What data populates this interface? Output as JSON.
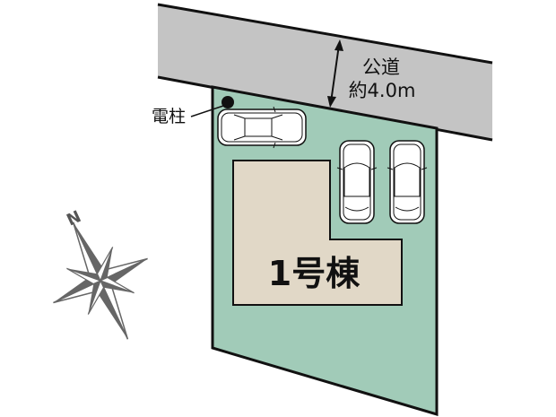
{
  "road": {
    "name": "公道",
    "width_label": "約4.0m",
    "color": "#c4c4c4"
  },
  "utility_pole": {
    "label": "電柱"
  },
  "lot": {
    "color": "#a1cbb8"
  },
  "building": {
    "label": "1号棟",
    "color": "#e1d8c7"
  },
  "compass": {
    "north_label": "N",
    "color": "#666666"
  },
  "parking": {
    "car_count": 3
  }
}
